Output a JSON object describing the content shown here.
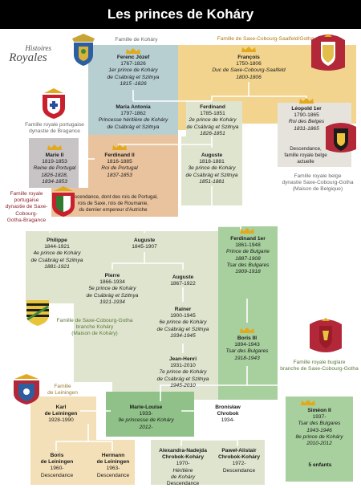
{
  "title": "Les princes de Koháry",
  "logo": {
    "line1": "Histoires",
    "line2": "Royales"
  },
  "families": {
    "kohary": "Famille de Koháry",
    "saxe": "Famille de Saxe-Cobourg-Saalfeld/Gotha",
    "portugaise": [
      "Famille royale portugaise",
      "dynastie de Bragance"
    ],
    "belge": [
      "Famille royale belge",
      "dynastie Saxe-Cobourg-Gotha",
      "(Maison de Belgique)"
    ],
    "port_saxe": [
      "Famille royale",
      "portugaise",
      "dynastie de Saxe-",
      "Cobourg-",
      "Gotha-Bragance"
    ],
    "branche": [
      "Famille de Saxe-Cobourg-Gotha",
      "branche Koháry",
      "(Maison de Koháry)"
    ],
    "bulgare": [
      "Famille royale buglare",
      "branche de Saxe-Cobourg-Gotha"
    ],
    "leiningen": [
      "Famille",
      "de Leiningen"
    ]
  },
  "notes": {
    "port": [
      "Descendance, dont des rois de Portugal,",
      "rois de Saxe, rois de Roumanie,",
      "du dernier empereur d'Autriche"
    ],
    "belge": [
      "Descendance,",
      "famille royale belge",
      "actuelle"
    ]
  },
  "people": [
    {
      "id": "ferenc",
      "lines": [
        "Ferenc Józef",
        "1767-1826",
        "1er prince de Koháry",
        "de Csábrág et Szitnya",
        "1815 -1826"
      ],
      "styles": [
        "nm",
        "pl",
        "it",
        "it",
        "it"
      ]
    },
    {
      "id": "francois",
      "lines": [
        "François",
        "1750-1806",
        "Duc de Saxe-Cobourg-Saalfeld",
        "1800-1806"
      ],
      "styles": [
        "nm",
        "pl",
        "it",
        "it"
      ]
    },
    {
      "id": "maria-antonia",
      "lines": [
        "Maria Antonia",
        "1797-1862",
        "Princesse héritière de Koháry",
        "de Csábrág et Szitnya"
      ],
      "styles": [
        "nm",
        "pl",
        "it",
        "it"
      ]
    },
    {
      "id": "ferdinand",
      "lines": [
        "Ferdinand",
        "1785-1851",
        "2e prince de Koháry",
        "de Csábrág et Szitnya",
        "1826-1851"
      ],
      "styles": [
        "nm",
        "pl",
        "it",
        "it",
        "it"
      ]
    },
    {
      "id": "leopold",
      "lines": [
        "Léopold 1er",
        "1790-1865",
        "Roi des Belges",
        "1831-1865"
      ],
      "styles": [
        "nm",
        "pl",
        "it",
        "it"
      ]
    },
    {
      "id": "marie2",
      "lines": [
        "Marie II",
        "1819-1853",
        "Reine de Portugal",
        "1826-1828,",
        "1834-1853"
      ],
      "styles": [
        "nm",
        "pl",
        "it",
        "it",
        "it"
      ]
    },
    {
      "id": "ferdinand2",
      "lines": [
        "Ferdinand II",
        "1816-1885",
        "Roi de Portugal",
        "1837-1853"
      ],
      "styles": [
        "nm",
        "pl",
        "it",
        "it"
      ]
    },
    {
      "id": "auguste1",
      "lines": [
        "Auguste",
        "1818-1881",
        "3e prince de Koháry",
        "de Csábrág et Szitnya",
        "1851-1881"
      ],
      "styles": [
        "nm",
        "pl",
        "it",
        "it",
        "it"
      ]
    },
    {
      "id": "philippe",
      "lines": [
        "Philippe",
        "1844-1921",
        "4e prince de Koháry",
        "de Csábrág et Szitnya",
        "1881-1921"
      ],
      "styles": [
        "nm",
        "pl",
        "it",
        "it",
        "it"
      ]
    },
    {
      "id": "auguste2",
      "lines": [
        "Auguste",
        "1845-1907"
      ],
      "styles": [
        "nm",
        "pl"
      ]
    },
    {
      "id": "ferdinand1",
      "lines": [
        "Ferdinand 1er",
        "1861-1948",
        "Prince de Bulgarie",
        "1887-1908",
        "Tsar des Bulgares",
        "1909-1918"
      ],
      "styles": [
        "nm",
        "pl",
        "it",
        "it",
        "it",
        "it"
      ]
    },
    {
      "id": "pierre",
      "lines": [
        "Pierre",
        "1866-1934",
        "5e prince de Koháry",
        "de Csábrág et Szitnya",
        "1921-1934"
      ],
      "styles": [
        "nm",
        "pl",
        "it",
        "it",
        "it"
      ]
    },
    {
      "id": "auguste3",
      "lines": [
        "Auguste",
        "1867-1922"
      ],
      "styles": [
        "nm",
        "pl"
      ]
    },
    {
      "id": "rainer",
      "lines": [
        "Rainer",
        "1900-1945",
        "6e prince de Koháry",
        "de Csábrág et Szitnya",
        "1934-1945"
      ],
      "styles": [
        "nm",
        "pl",
        "it",
        "it",
        "it"
      ]
    },
    {
      "id": "boris3",
      "lines": [
        "Boris III",
        "1894-1943",
        "Tsar des Bulgares",
        "1918-1943"
      ],
      "styles": [
        "nm",
        "pl",
        "it",
        "it"
      ]
    },
    {
      "id": "jean-henri",
      "lines": [
        "Jean-Henri",
        "1931-2010",
        "7e prince de Koháry",
        "de Csábrág et Szitnya",
        "1945-2010"
      ],
      "styles": [
        "nm",
        "pl",
        "it",
        "it",
        "it"
      ]
    },
    {
      "id": "karl",
      "lines": [
        "Karl",
        "de Leiningen",
        "1928-1990"
      ],
      "styles": [
        "nm",
        "nm",
        "pl"
      ]
    },
    {
      "id": "marie-louise",
      "lines": [
        "Marie-Louise",
        "1933-",
        "9e princesse de Koháry",
        "2012-"
      ],
      "styles": [
        "nm",
        "pl",
        "it",
        "it"
      ]
    },
    {
      "id": "bronislaw",
      "lines": [
        "Bronisław",
        "Chrobok",
        "1934-"
      ],
      "styles": [
        "nm",
        "nm",
        "pl"
      ]
    },
    {
      "id": "simeon",
      "lines": [
        "Siméon II",
        "1937-",
        "Tsar des Bulgares",
        "1943-1946",
        "8e prince de Koháry",
        "2010-2012"
      ],
      "styles": [
        "nm",
        "pl",
        "it",
        "it",
        "it",
        "it"
      ]
    },
    {
      "id": "boris-lein",
      "lines": [
        "Boris",
        "de Leiningen",
        "1960-",
        "Descendance"
      ],
      "styles": [
        "nm",
        "nm",
        "pl",
        "pl"
      ]
    },
    {
      "id": "hermann",
      "lines": [
        "Hermann",
        "de Leiningen",
        "1963-",
        "Descendance"
      ],
      "styles": [
        "nm",
        "nm",
        "pl",
        "pl"
      ]
    },
    {
      "id": "alexandra",
      "lines": [
        "Alexandra-Nadejda",
        "Chrobok-Koháry",
        "1970-",
        "Héritière",
        "de Koháry",
        "Descendance"
      ],
      "styles": [
        "nm",
        "nm",
        "pl",
        "it",
        "it",
        "pl"
      ]
    },
    {
      "id": "pawel",
      "lines": [
        "Paweł-Alistair",
        "Chrobok-Koháry",
        "1972-",
        "Descendance"
      ],
      "styles": [
        "nm",
        "nm",
        "pl",
        "pl"
      ]
    },
    {
      "id": "five",
      "lines": [
        "5 enfants"
      ],
      "styles": [
        "nm"
      ]
    }
  ],
  "colors": {
    "kohary": "#b7cfd1",
    "saxe": "#f2d48e",
    "belge": "#e6e3dd",
    "portugal": "#c8c4c6",
    "branche": "#dfe4cf",
    "bulgarie": "#a8cf9e",
    "leiningen": "#f3e0b8",
    "crown": "#e3a91c",
    "lines": "#ffffff"
  },
  "icons": [
    "crown-icon",
    "kohary-coat-of-arms-icon",
    "saxe-coburg-coat-of-arms-icon",
    "portugal-coat-of-arms-icon",
    "belgium-coat-of-arms-icon",
    "saxe-coburg-braganza-coat-of-arms-icon",
    "saxony-coat-of-arms-icon",
    "bulgaria-coat-of-arms-icon",
    "leiningen-coat-of-arms-icon"
  ]
}
